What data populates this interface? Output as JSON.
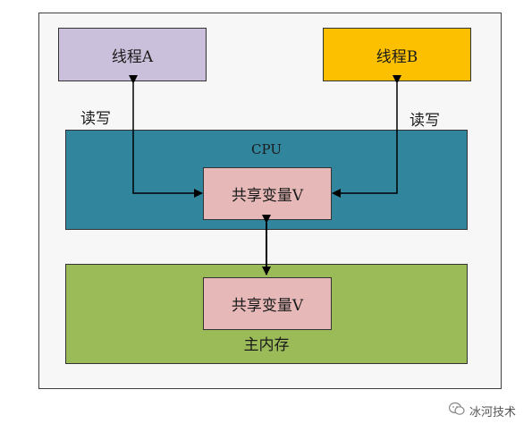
{
  "thread_a": "线程A",
  "thread_b": "线程B",
  "read_write_a": "读写",
  "read_write_b": "读写",
  "cpu": "CPU",
  "cpu_shared_var": "共享变量V",
  "memory_shared_var": "共享变量V",
  "main_memory": "主内存",
  "watermark": "冰河技术",
  "colors": {
    "thread_a_fill": "#cbc0dc",
    "thread_b_fill": "#fcc000",
    "cpu_fill": "#31859c",
    "memory_fill": "#9bbb59",
    "shared_var_fill": "#e6b9b8"
  }
}
